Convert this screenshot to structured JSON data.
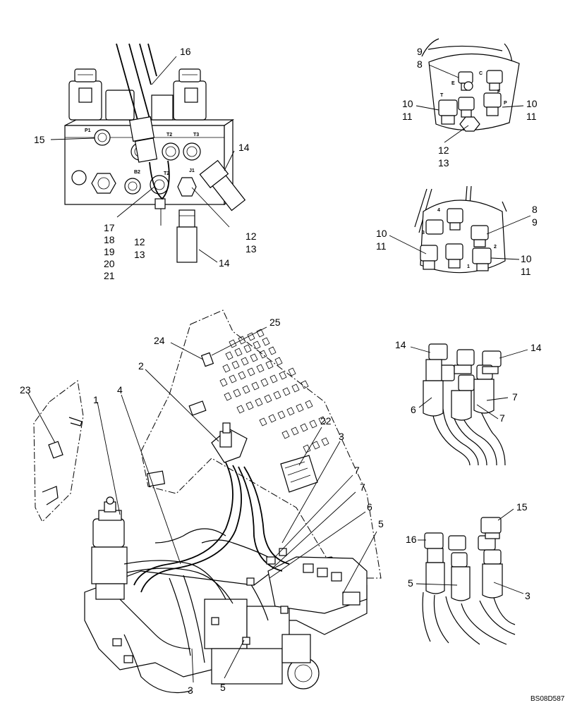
{
  "drawing_code": "BS08D587",
  "detail_valve_block": {
    "port_labels": [
      "P1",
      "T2",
      "T3",
      "B2",
      "T2",
      "J1"
    ],
    "callouts": {
      "c16": "16",
      "c15": "15",
      "c14a": "14",
      "c17": "17",
      "c18": "18",
      "c19": "19",
      "c20": "20",
      "c21": "21",
      "c12a": "12",
      "c13a": "13",
      "c12b": "12",
      "c13b": "13",
      "c14b": "14"
    }
  },
  "detail_fitting_top": {
    "port_letters": [
      "C",
      "E",
      "F",
      "T",
      "P"
    ],
    "callouts": {
      "c9": "9",
      "c8": "8",
      "c10a": "10",
      "c11a": "11",
      "c10b": "10",
      "c11b": "11",
      "c12": "12",
      "c13": "13"
    }
  },
  "detail_fitting_mid": {
    "port_labels": [
      "4",
      "3",
      "2",
      "1"
    ],
    "callouts": {
      "c8": "8",
      "c9": "9",
      "c10a": "10",
      "c11a": "11",
      "c10b": "10",
      "c11b": "11"
    }
  },
  "detail_hoses_a": {
    "callouts": {
      "c14a": "14",
      "c14b": "14",
      "c6": "6",
      "c7a": "7",
      "c7b": "7"
    }
  },
  "detail_hoses_b": {
    "callouts": {
      "c15": "15",
      "c16": "16",
      "c5": "5",
      "c3": "3"
    }
  },
  "main_assembly": {
    "callouts": {
      "c25": "25",
      "c24": "24",
      "c23": "23",
      "c2": "2",
      "c1": "1",
      "c4": "4",
      "c22": "22",
      "c3a": "3",
      "c7a": "7",
      "c7b": "7",
      "c6": "6",
      "c5a": "5",
      "c3b": "3",
      "c5b": "5"
    }
  }
}
